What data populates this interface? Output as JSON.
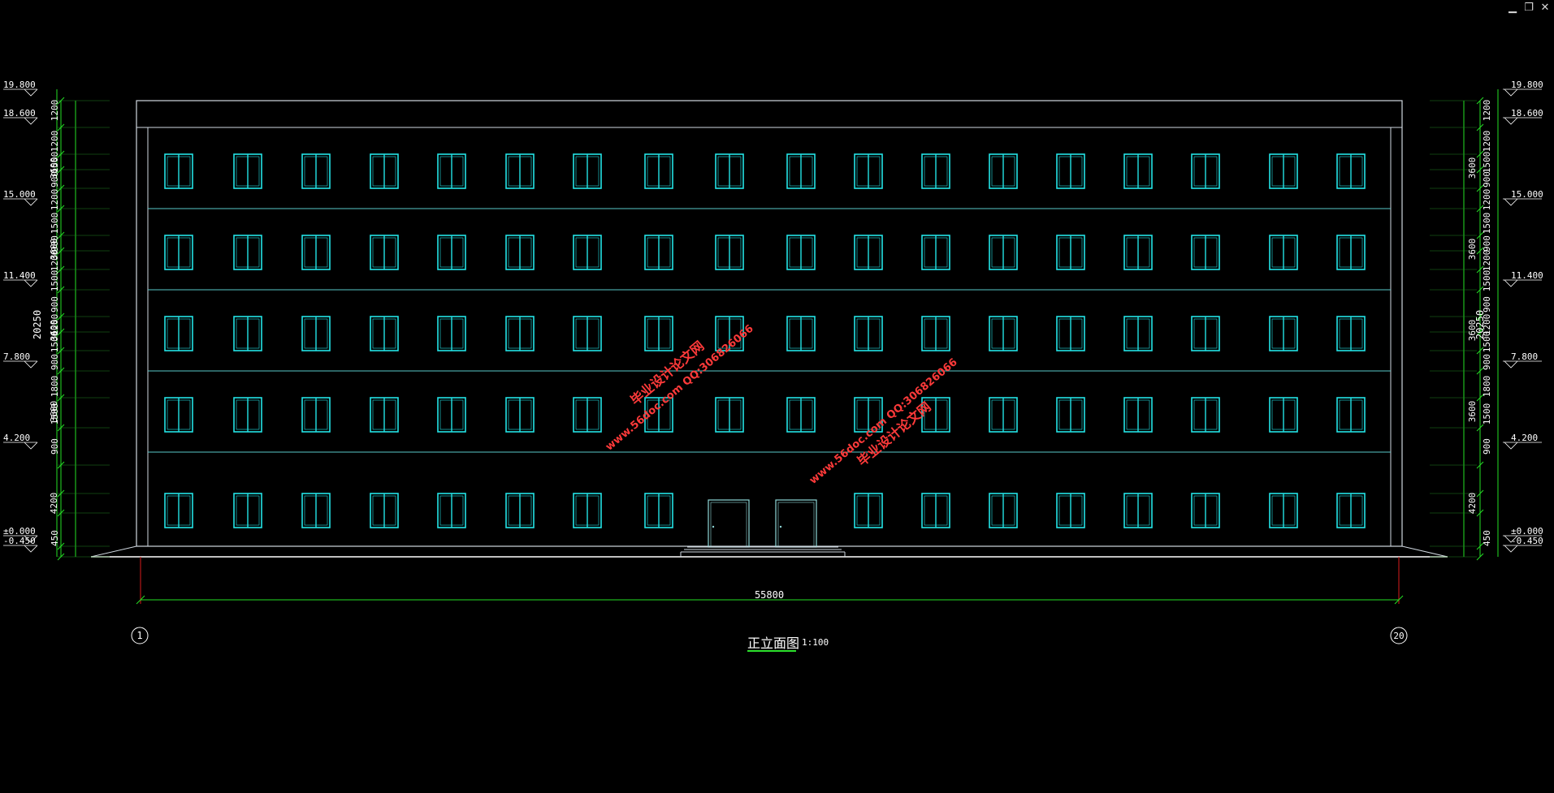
{
  "window_controls": {
    "minimize": "▁",
    "restore": "❐",
    "close": "✕"
  },
  "colors": {
    "background": "#000000",
    "outline": "#d0d8e0",
    "window": "#23e3e6",
    "dim": "#25e025",
    "axis_red": "#d81b1b"
  },
  "drawing": {
    "title": "正立面图",
    "scale": "1:100",
    "total_dimension": "55800",
    "axis_left": "1",
    "axis_right": "20",
    "total_height": "20250",
    "levels": [
      "19.800",
      "18.600",
      "15.000",
      "11.400",
      "7.800",
      "4.200",
      "±0.000",
      "-0.450"
    ],
    "segments_right": [
      "1200",
      "1200",
      "1500",
      "900",
      "1200",
      "1500",
      "900",
      "1200",
      "1500",
      "900",
      "1200",
      "1500",
      "900",
      "1800",
      "1500",
      "900",
      "450"
    ],
    "floor_heights_right": [
      "3600",
      "3600",
      "3600",
      "3600",
      "4200"
    ],
    "segments_left": [
      "1200",
      "1200",
      "1500",
      "900",
      "1200",
      "1500",
      "900",
      "1200",
      "1500",
      "900",
      "1200",
      "1500",
      "900",
      "1800",
      "1500",
      "900",
      "450"
    ],
    "floor_heights_left": [
      "3600",
      "3600",
      "3600",
      "3600",
      "4200"
    ]
  },
  "watermarks": [
    {
      "line1": "毕业设计论文网",
      "line2": "www.56doc.com   QQ:306826066"
    },
    {
      "line1": "毕业设计论文网",
      "line2": "www.56doc.com   QQ:306826066"
    }
  ]
}
